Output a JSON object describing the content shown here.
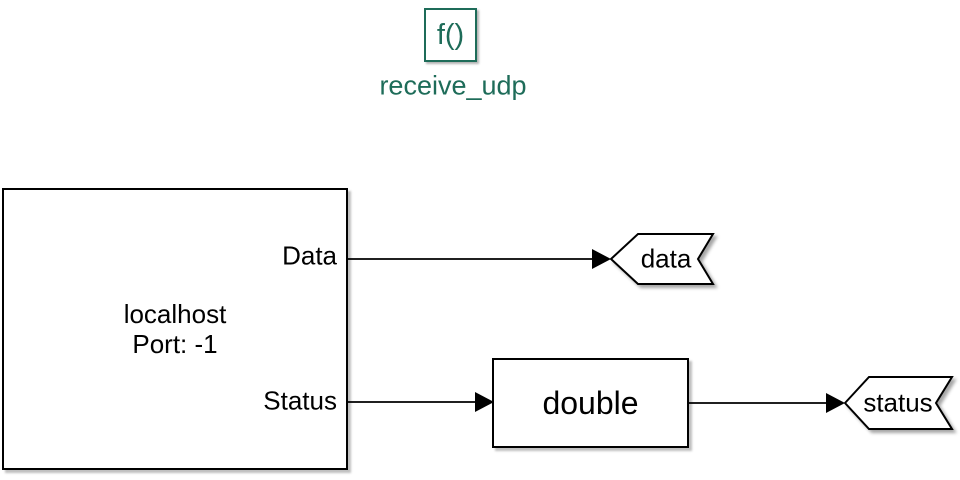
{
  "colors": {
    "accent_teal": "#1e6c59",
    "line_black": "#000000",
    "block_fill": "#ffffff"
  },
  "function_element": {
    "icon": "f()",
    "label": "receive_udp"
  },
  "udp_receive_block": {
    "title_lines": [
      "localhost",
      "Port: -1"
    ],
    "output_ports": [
      {
        "label": "Data"
      },
      {
        "label": "Status"
      }
    ]
  },
  "conversion_block": {
    "label": "double"
  },
  "signal_tags": [
    {
      "label": "data"
    },
    {
      "label": "status"
    }
  ]
}
